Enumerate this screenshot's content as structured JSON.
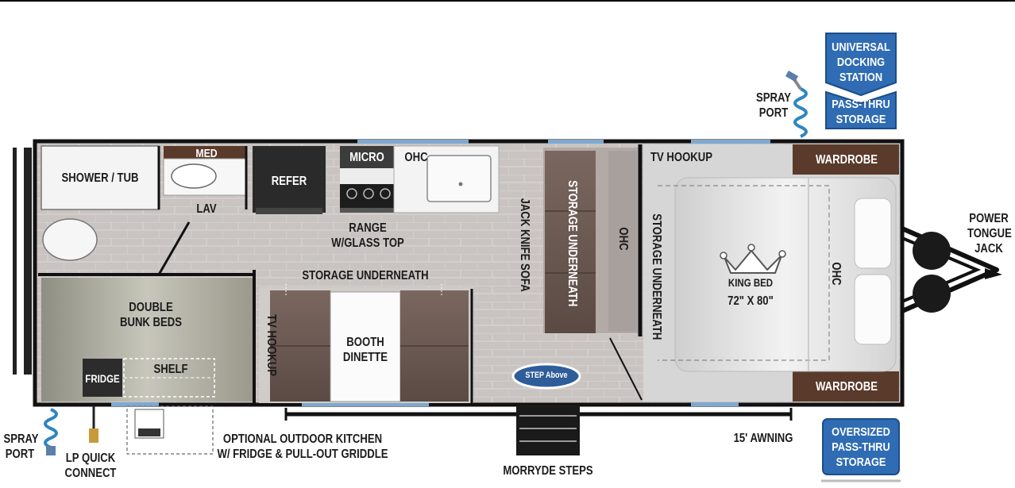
{
  "colors": {
    "floor": "#c9c4c1",
    "wall": "#111111",
    "bunk": "#a9a89c",
    "bedroom": "#d9d9d9",
    "wardrobe": "#5a3a2a",
    "badge_blue": "#2f6cb3",
    "furniture": "#6a5750",
    "window": "#7ea9d1"
  },
  "labels": {
    "shower_tub": "SHOWER / TUB",
    "med": "MED",
    "lav": "LAV",
    "refer": "REFER",
    "micro": "MICRO",
    "ohc_kitchen": "OHC",
    "range": "RANGE\nW/GLASS TOP",
    "storage_underneath_dinette": "STORAGE UNDERNEATH",
    "double_bunk_beds": "DOUBLE\nBUNK BEDS",
    "fridge": "FRIDGE",
    "shelf": "SHELF",
    "tv_hookup_dinette": "TV HOOKUP",
    "booth_dinette": "BOOTH\nDINETTE",
    "jack_knife_sofa": "JACK KNIFE SOFA",
    "storage_underneath_sofa": "STORAGE UNDERNEATH",
    "ohc_sofa": "OHC",
    "tv_hookup_bedroom": "TV HOOKUP",
    "storage_underneath_bed": "STORAGE UNDERNEATH",
    "wardrobe_top": "WARDROBE",
    "wardrobe_bottom": "WARDROBE",
    "king_bed": "KING BED",
    "king_bed_size": "72\" X 80\"",
    "ohc_bed": "OHC",
    "step_above": "STEP Above",
    "spray_port_top": "SPRAY\nPORT",
    "spray_port_bottom": "SPRAY\nPORT",
    "lp_quick_connect": "LP QUICK\nCONNECT",
    "outdoor_kitchen": "OPTIONAL OUTDOOR KITCHEN\nW/ FRIDGE & PULL-OUT GRIDDLE",
    "morryde_steps": "MORRYDE STEPS",
    "awning": "15' AWNING",
    "power_tongue_jack": "POWER\nTONGUE\nJACK"
  },
  "badges": {
    "universal_docking_station": "UNIVERSAL\nDOCKING\nSTATION",
    "pass_thru_storage": "PASS-THRU\nSTORAGE",
    "oversized_pass_thru_storage": "OVERSIZED\nPASS-THRU\nSTORAGE"
  }
}
